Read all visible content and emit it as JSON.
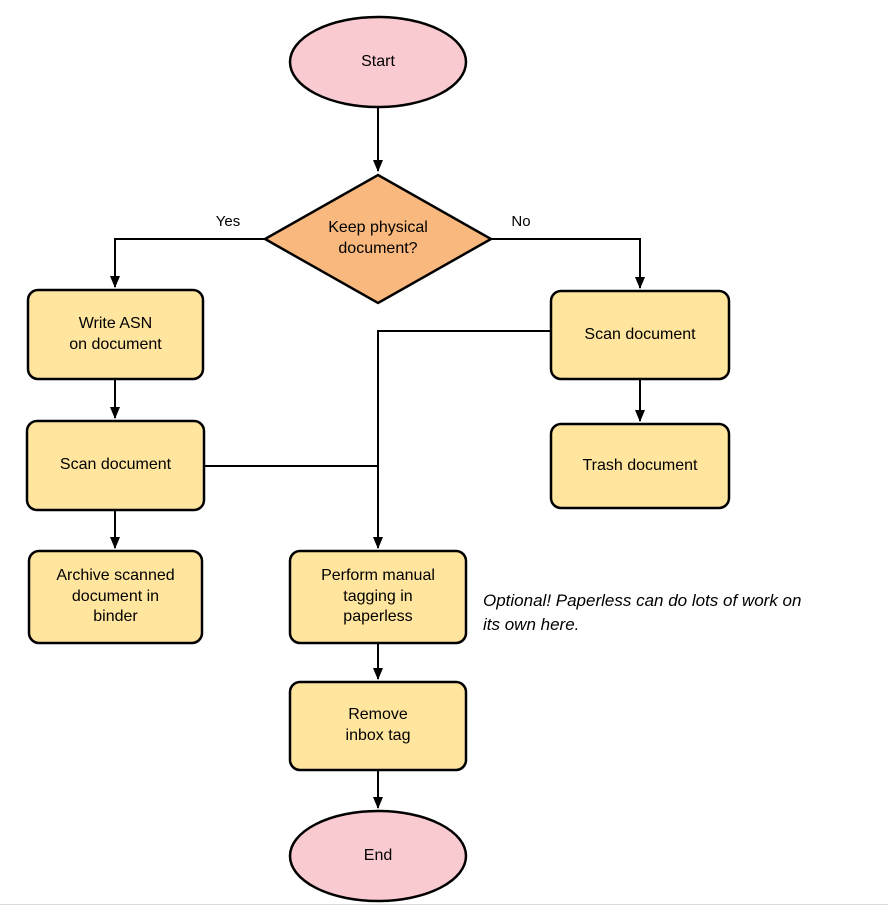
{
  "diagram": {
    "nodes": {
      "start": {
        "label": "Start"
      },
      "decision": {
        "label": "Keep physical\ndocument?"
      },
      "write_asn": {
        "label": "Write ASN\non document"
      },
      "scan_left": {
        "label": "Scan document"
      },
      "archive": {
        "label": "Archive scanned\ndocument in\nbinder"
      },
      "scan_right": {
        "label": "Scan document"
      },
      "trash": {
        "label": "Trash document"
      },
      "tagging": {
        "label": "Perform manual\ntagging in\npaperless"
      },
      "remove_inbox": {
        "label": "Remove\ninbox tag"
      },
      "end": {
        "label": "End"
      }
    },
    "edge_labels": {
      "yes": "Yes",
      "no": "No"
    },
    "annotation": "Optional! Paperless can do lots of work on\nits own here.",
    "colors": {
      "terminal_fill": "#F9CBD0",
      "decision_fill": "#F8B87E",
      "process_fill": "#FFE59E",
      "stroke": "#000000"
    }
  }
}
